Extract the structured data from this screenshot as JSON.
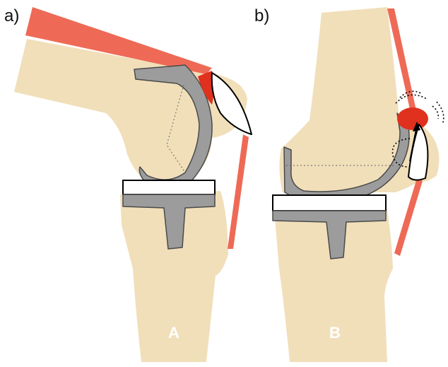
{
  "panels": [
    {
      "tag": "a)",
      "letter": "A"
    },
    {
      "tag": "b)",
      "letter": "B"
    }
  ],
  "colors": {
    "bone": "#F1DFBA",
    "implant": "#9C9C9C",
    "implant_stroke": "#4A4A4A",
    "tendon": "#EE6A56",
    "contact_zone": "#E0301E",
    "patella_fill": "#ffffff",
    "outline": "#000000",
    "background": "#ffffff"
  }
}
